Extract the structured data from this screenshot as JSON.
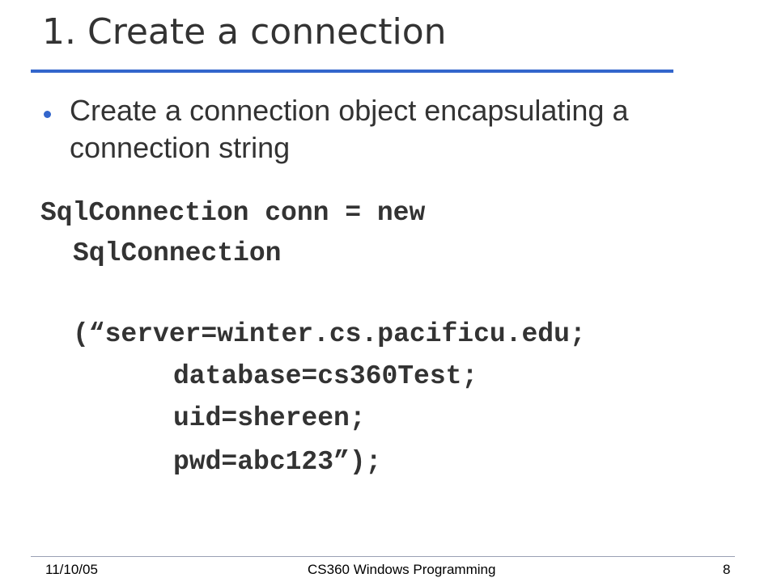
{
  "slide": {
    "title": "1. Create a connection",
    "bullets": [
      {
        "text": "Create a connection object encapsulating a connection string"
      }
    ],
    "code_lines": [
      "SqlConnection conn = new",
      "SqlConnection",
      "(“server=winter.cs.pacificu.edu;",
      "database=cs360Test;",
      "uid=shereen;",
      "pwd=abc123”);"
    ],
    "footer": {
      "date": "11/10/05",
      "course": "CS360 Windows Programming",
      "page_number": "8"
    }
  },
  "colors": {
    "accent": "#3366cc",
    "text": "#333333"
  }
}
